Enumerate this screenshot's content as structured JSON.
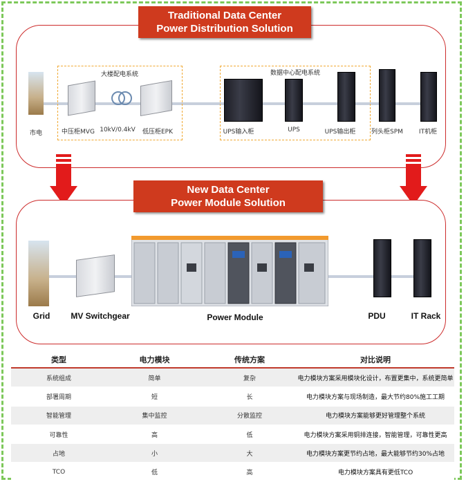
{
  "banner_top": {
    "line1": "Traditional Data Center",
    "line2": "Power Distribution Solution"
  },
  "banner_bottom": {
    "line1": "New Data Center",
    "line2": "Power Module Solution"
  },
  "top_diagram": {
    "group_left_title": "大楼配电系统",
    "group_right_title": "数据中心配电系统",
    "labels": {
      "grid": "市电",
      "mvg": "中压柜MVG",
      "transformer": "10kV/0.4kV",
      "epk": "低压柜EPK",
      "ups_in": "UPS输入柜",
      "ups": "UPS",
      "ups_out": "UPS输出柜",
      "spm": "列头柜SPM",
      "it": "IT机柜"
    }
  },
  "bottom_diagram": {
    "labels": {
      "grid": "Grid",
      "mv": "MV Switchgear",
      "pm": "Power Module",
      "pdu": "PDU",
      "rack": "IT Rack"
    }
  },
  "table": {
    "headers": [
      "类型",
      "电力模块",
      "传统方案",
      "对比说明"
    ],
    "rows": [
      [
        "系统组成",
        "简单",
        "复杂",
        "电力模块方案采用模块化设计，布置更集中，系统更简单"
      ],
      [
        "部署周期",
        "短",
        "长",
        "电力模块方案与现场制造，最大节约80%施工工期"
      ],
      [
        "智能管理",
        "集中监控",
        "分散监控",
        "电力模块方案能够更好管理整个系统"
      ],
      [
        "可靠性",
        "高",
        "低",
        "电力模块方案采用铜排连接，智能管理，可靠性更高"
      ],
      [
        "占地",
        "小",
        "大",
        "电力模块方案更节约占地，最大能够节约30%占地"
      ],
      [
        "TCO",
        "低",
        "高",
        "电力模块方案具有更低TCO"
      ]
    ]
  }
}
